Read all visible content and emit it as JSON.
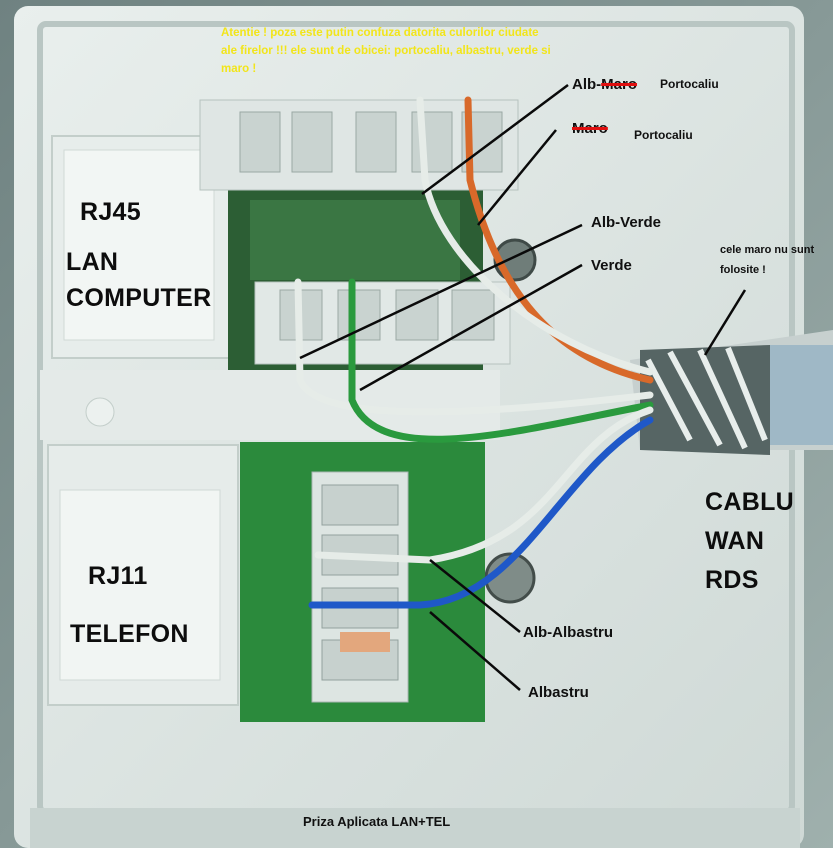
{
  "warning": "Atentie ! poza este putin confuza datorita culorilor ciudate ale firelor !!! ele sunt de obicei: portocaliu, albastru, verde si maro !",
  "wire_labels": {
    "alb_maro": {
      "prefix": "Alb-",
      "struck": "Maro",
      "correction": "Portocaliu"
    },
    "maro": {
      "struck": "Maro",
      "correction": "Portocaliu"
    },
    "alb_verde": "Alb-Verde",
    "verde": "Verde",
    "alb_albastru": "Alb-Albastru",
    "albastru": "Albastru"
  },
  "unused_note": "cele maro nu sunt folosite !",
  "rj45": {
    "title": "RJ45",
    "line1": "LAN",
    "line2": "COMPUTER"
  },
  "rj11": {
    "title": "RJ11",
    "line1": "TELEFON"
  },
  "cable": {
    "line1": "CABLU",
    "line2": "WAN",
    "line3": "RDS"
  },
  "caption": "Priza Aplicata LAN+TEL",
  "colors": {
    "warning_text": "#f2e51a",
    "strike_mark": "#e01010",
    "socket_body": "#dfe6e4",
    "pcb": "#2c6e36",
    "wire_orange": "#d8692a",
    "wire_green": "#2a9a3e",
    "wire_blue": "#1f58c8",
    "wire_white": "#e6ece8"
  }
}
